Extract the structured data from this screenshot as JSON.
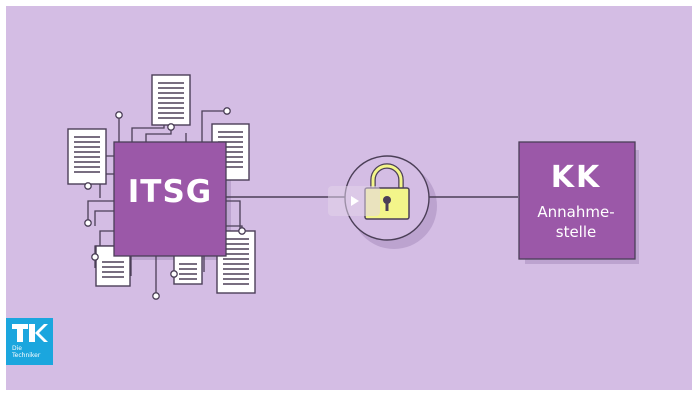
{
  "diagram": {
    "source_box": {
      "label": "ITSG"
    },
    "target_box": {
      "title": "KK",
      "subtitle": "Annahme-\nstelle"
    },
    "connector": {
      "icon": "padlock-icon"
    }
  },
  "video": {
    "play_icon": "play-icon"
  },
  "logo": {
    "text": "Die\nTechniker",
    "brand": "TK"
  },
  "colors": {
    "background": "#d4bde4",
    "box_fill": "#9b58a8",
    "box_shadow": "#bca3cf",
    "line": "#4b3f57",
    "lock_body": "#f3f58a",
    "logo": "#1ba6de"
  }
}
